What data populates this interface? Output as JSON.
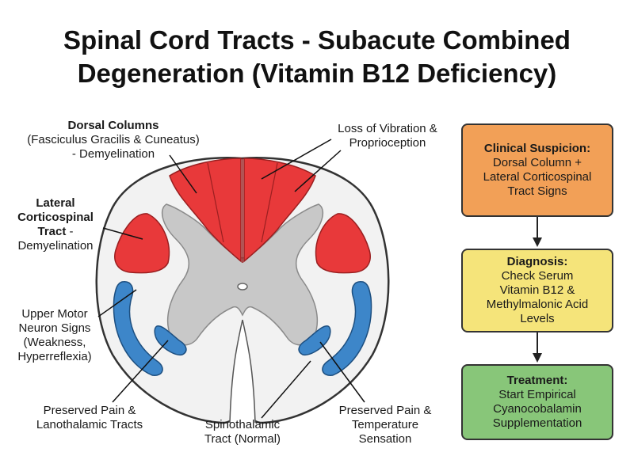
{
  "title": {
    "line1": "Spinal Cord Tracts - Subacute Combined",
    "line2": "Degeneration (Vitamin B12 Deficiency)"
  },
  "labels": {
    "dorsal_columns": {
      "heading": "Dorsal Columns",
      "line2": "(Fasciculus Gracilis & Cuneatus)",
      "line3": "- Demyelination"
    },
    "lateral_corticospinal": {
      "line1": "Lateral",
      "line2": "Corticospinal",
      "line3_bold": "Tract",
      "line3_rest": " -",
      "line4": "Demyelination"
    },
    "upper_motor": {
      "line1": "Upper Motor",
      "line2": "Neuron Signs",
      "line3": "(Weakness,",
      "line4": "Hyperreflexia)"
    },
    "preserved_left": {
      "line1": "Preserved Pain &",
      "line2": "Lanothalamic Tracts"
    },
    "spinothalamic": {
      "line1": "Spinothalamic",
      "line2": "Tract (Normal)"
    },
    "preserved_right": {
      "line1": "Preserved Pain &",
      "line2": "Temperature",
      "line3": "Sensation"
    },
    "loss_vibration": {
      "line1": "Loss of Vibration &",
      "line2": "Proprioception"
    }
  },
  "flowchart": {
    "clinical": {
      "heading": "Clinical Suspicion:",
      "line1": "Dorsal Column +",
      "line2": "Lateral Corticospinal",
      "line3": "Tract Signs"
    },
    "diagnosis": {
      "heading": "Diagnosis:",
      "line1": "Check Serum",
      "line2": "Vitamin B12 &",
      "line3": "Methylmalonic Acid",
      "line4": "Levels"
    },
    "treatment": {
      "heading": "Treatment:",
      "line1": "Start Empirical",
      "line2": "Cyanocobalamin",
      "line3": "Supplementation"
    }
  },
  "colors": {
    "demyelinated": "#e8393a",
    "preserved": "#3d86c9",
    "grey_matter": "#c8c8c8",
    "white_matter": "#f2f2f2",
    "outline": "#333333",
    "clinical_box": "#f2a057",
    "diagnosis_box": "#f5e47a",
    "treatment_box": "#88c679"
  }
}
